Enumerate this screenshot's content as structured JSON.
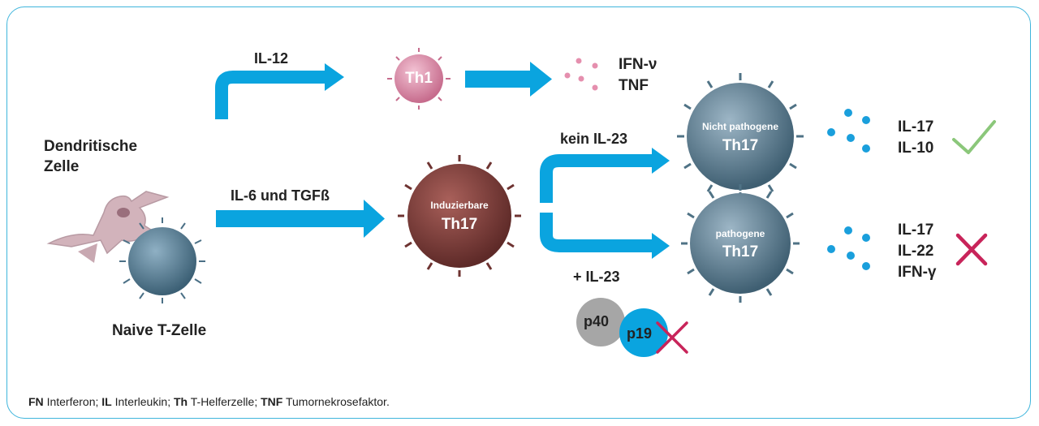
{
  "labels": {
    "dendritic_cell": "Dendritische Zelle",
    "naive_t_cell": "Naive T-Zelle",
    "il12": "IL-12",
    "il6_tgfb": "IL-6 und TGFß",
    "kein_il23": "kein IL-23",
    "plus_il23": "+ IL-23"
  },
  "cells": {
    "th1": "Th1",
    "induzierbare_top": "Induzierbare",
    "induzierbare_bottom": "Th17",
    "nicht_pathogen_top": "Nicht pathogene",
    "nicht_pathogen_bottom": "Th17",
    "pathogen_top": "pathogene",
    "pathogen_bottom": "Th17"
  },
  "cytokines": {
    "th1": [
      "IFN-ν",
      "TNF"
    ],
    "nicht_pathogen": [
      "IL-17",
      "IL-10"
    ],
    "pathogen": [
      "IL-17",
      "IL-22",
      "IFN-γ"
    ]
  },
  "subunits": {
    "p40": "p40",
    "p19": "p19"
  },
  "footnote": {
    "abbr1": "FN",
    "def1": "Interferon;",
    "abbr2": "IL",
    "def2": "Interleukin;",
    "abbr3": "Th",
    "def3": "T-Helferzelle;",
    "abbr4": "TNF",
    "def4": "Tumornekrosefaktor."
  },
  "colors": {
    "arrow": "#0aa4df",
    "border": "#3fb5dc",
    "check": "#8bc77a",
    "cross": "#c8245a",
    "th1": "#d98aa6",
    "th17_induzierbar": "#84403c",
    "th17_mature": "#5c7f94",
    "naive": "#5b8299",
    "dendritic": "#d2b3bb",
    "dots_pink": "#e58fae",
    "dots_blue": "#1a9fdc",
    "p40": "#a6a6a6",
    "p19": "#0aa4df"
  }
}
